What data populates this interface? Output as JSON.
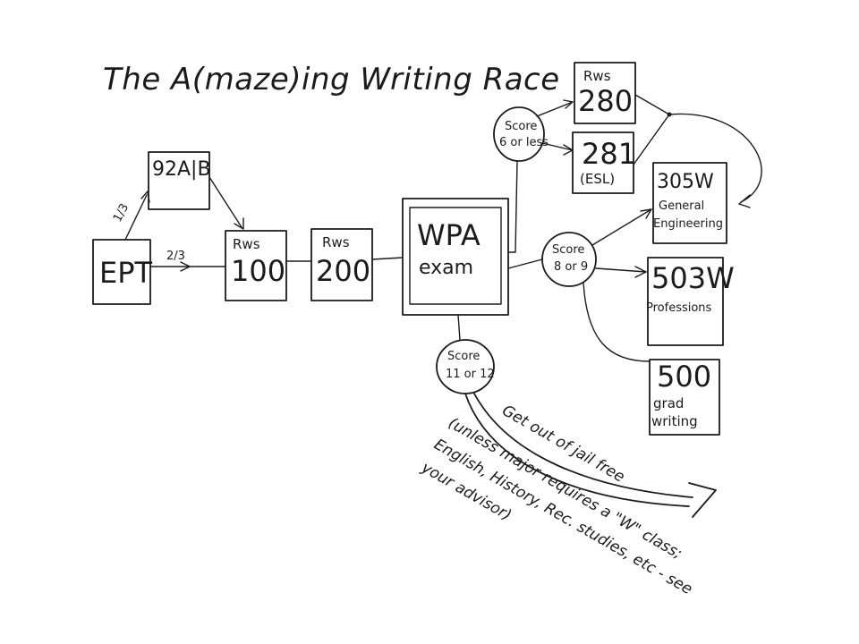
{
  "title": "The A(maze)ing Writing Race",
  "nodes": {
    "ept": "EPT",
    "n92ab": "92A|B",
    "rws100_top": "Rws",
    "rws100_num": "100",
    "rws200_top": "Rws",
    "rws200_num": "200",
    "wpa_top": "WPA",
    "wpa_bottom": "exam",
    "rws280_top": "Rws",
    "rws280_num": "280",
    "rws281_num": "281",
    "rws281_sub": "(ESL)",
    "c305_num": "305W",
    "c305_sub1": "General",
    "c305_sub2": "Engineering",
    "c503_num": "503W",
    "c503_sub": "Professions",
    "c500_num": "500",
    "c500_sub1": "grad",
    "c500_sub2": "writing"
  },
  "scores": {
    "low_1": "Score",
    "low_2": "6 or less",
    "mid_1": "Score",
    "mid_2": "8 or 9",
    "high_1": "Score",
    "high_2": "11 or 12"
  },
  "edge_labels": {
    "one_third": "1/3",
    "two_thirds": "2/3"
  },
  "notes": {
    "jail_free": "Get out of jail free",
    "line1": "(unless major requires a \"W\" class;",
    "line2": "English, History, Rec. studies, etc - see",
    "line3": "your advisor)"
  }
}
